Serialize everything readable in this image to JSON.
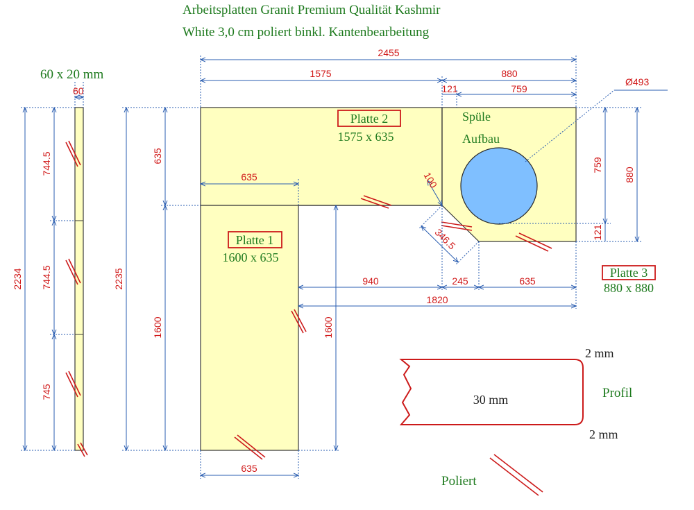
{
  "title": {
    "line1": "Arbeitsplatten Granit Premium Qualität Kashmir",
    "line2": "White 3,0 cm poliert binkl. Kantenbearbeitung"
  },
  "strip": {
    "header": "60 x 20 mm",
    "width": "60",
    "seg1": "744.5",
    "seg2": "744.5",
    "seg3": "745",
    "total": "2234"
  },
  "plates": {
    "p1": {
      "label": "Platte 1",
      "size": "1600 x 635"
    },
    "p2": {
      "label": "Platte 2",
      "size": "1575 x 635"
    },
    "p3": {
      "label": "Platte 3",
      "size": "880 x 880"
    }
  },
  "sink": {
    "line1": "Spüle",
    "line2": "Aufbau",
    "diameter": "Ø493"
  },
  "dims": {
    "total_width": "2455",
    "top_left": "1575",
    "top_right": "880",
    "gap_121": "121",
    "sink_759": "759",
    "left_635": "635",
    "left_total": "2235",
    "left_1600": "1600",
    "inner_635": "635",
    "inner_1600": "1600",
    "bottom_635": "635",
    "d_940": "940",
    "d_245": "245",
    "d_635r": "635",
    "d_1820": "1820",
    "right_759": "759",
    "right_121": "121",
    "right_880": "880",
    "diag_100": "100",
    "diag_3465": "346.5"
  },
  "profile": {
    "thickness": "30 mm",
    "top": "2 mm",
    "bottom": "2 mm",
    "label": "Profil"
  },
  "legend": {
    "label": "Poliert"
  },
  "colors": {
    "slab": "#ffffc0",
    "sink": "#7fbfff",
    "dimension": "#d01818",
    "line": "#2a5db0",
    "text": "#1e7a1e"
  }
}
